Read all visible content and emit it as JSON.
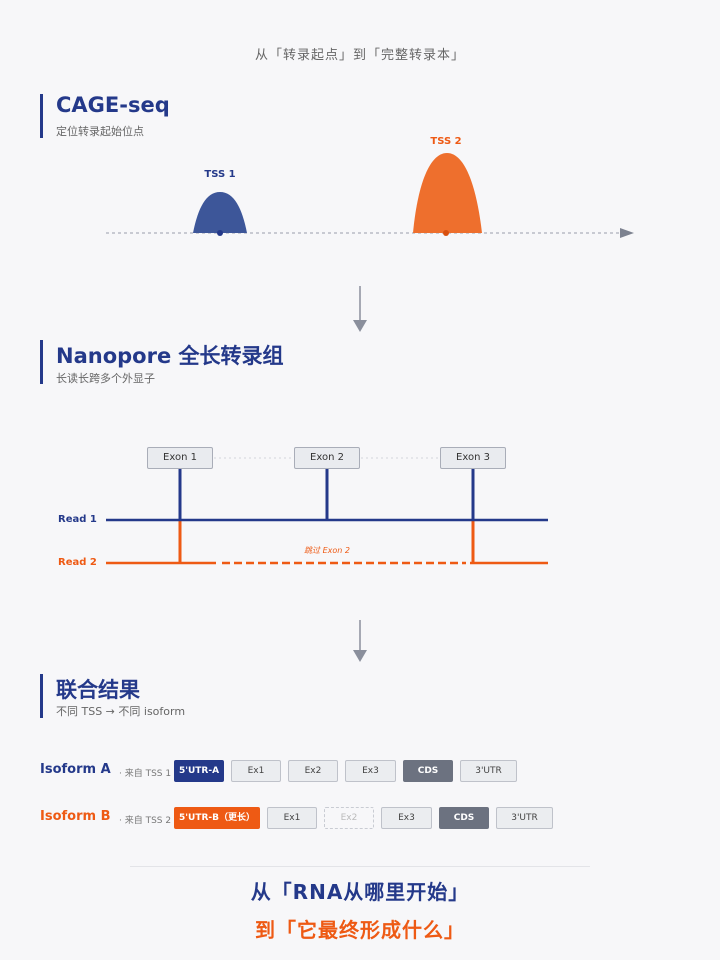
{
  "page_title": "从「转录起点」到「完整转录本」",
  "colors": {
    "blue": "#24398a",
    "orange": "#ee5a14",
    "peak_blue": "#3d5699",
    "peak_orange": "#ee6f2d",
    "grey": "#8a8f9c"
  },
  "cage": {
    "title": "CAGE-seq",
    "subtitle": "定位转录起始位点",
    "tss1_label": "TSS 1",
    "tss2_label": "TSS 2"
  },
  "nanopore": {
    "title": "Nanopore 全长转录组",
    "subtitle": "长读长跨多个外显子",
    "exons": [
      "Exon 1",
      "Exon 2",
      "Exon 3"
    ],
    "read1_label": "Read 1",
    "read2_label": "Read 2",
    "skip_note": "跳过 Exon 2"
  },
  "combined": {
    "title": "联合结果",
    "subtitle": "不同 TSS → 不同 isoform",
    "isoform_a": {
      "name": "Isoform A",
      "from": "· 来自 TSS 1",
      "segments": [
        "5'UTR-A",
        "Ex1",
        "Ex2",
        "Ex3",
        "CDS",
        "3'UTR"
      ]
    },
    "isoform_b": {
      "name": "Isoform B",
      "from": "· 来自 TSS 2",
      "segments": [
        "5'UTR-B（更长）",
        "Ex1",
        "Ex2",
        "Ex3",
        "CDS",
        "3'UTR"
      ]
    }
  },
  "footer": {
    "line1": "从「RNA从哪里开始」",
    "line2": "到「它最终形成什么」"
  }
}
